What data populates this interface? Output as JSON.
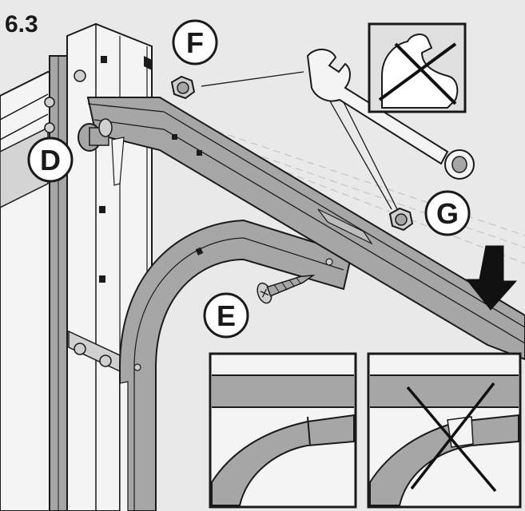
{
  "step": {
    "number": "6.3"
  },
  "callouts": {
    "D": "D",
    "E": "E",
    "F": "F",
    "G": "G"
  },
  "icons": {
    "warning_panel": "no-excessive-force-icon",
    "arrow": "push-down-arrow-icon",
    "wrench": "wrench-icon"
  },
  "detail_views": [
    {
      "state": "correct"
    },
    {
      "state": "incorrect"
    }
  ],
  "colors": {
    "background": "#e9e9e9",
    "rail": "#a6a6a6",
    "outline": "#1a1a1a",
    "callout_fill": "#ffffff",
    "cross": "#111111"
  }
}
